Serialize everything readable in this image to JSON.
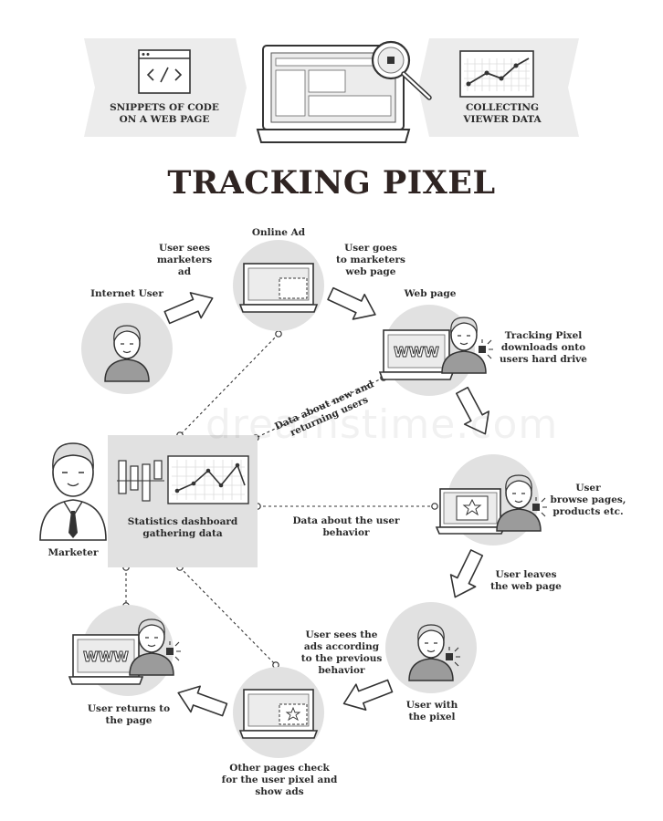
{
  "header": {
    "left_banner": "SNIPPETS OF CODE\nON A WEB PAGE",
    "right_banner": "COLLECTING\nVIEWER DATA",
    "title": "TRACKING PIXEL"
  },
  "dashboard": {
    "label": "Statistics dashboard\ngathering data",
    "marketer": "Marketer"
  },
  "steps": {
    "internet_user": "Internet User",
    "online_ad": "Online Ad",
    "user_sees_ad": "User sees\nmarketers\nad",
    "user_goes": "User goes\nto marketers\nweb page",
    "web_page": "Web page",
    "tracking_pixel": "Tracking Pixel\ndownloads onto\nusers hard drive",
    "browse": "User\nbrowse pages,\nproducts etc.",
    "leaves": "User leaves\nthe web page",
    "with_pixel": "User with\nthe pixel",
    "sees_ads": "User sees the\nads according\nto the previous\nbehavior",
    "other_pages": "Other pages check\nfor the user pixel and\nshow ads",
    "returns": "User returns to\nthe page"
  },
  "connectors": {
    "new_returning": "Data about new and\nreturning users",
    "behavior": "Data about the user\nbehavior"
  },
  "screens": {
    "www": "WWW"
  },
  "watermark": "dreamstime.com",
  "icons": [
    "code-icon",
    "laptop-icon",
    "magnifier-icon",
    "line-chart-icon",
    "user-icon",
    "star-icon",
    "bar-chart-icon",
    "arrow-icon"
  ]
}
